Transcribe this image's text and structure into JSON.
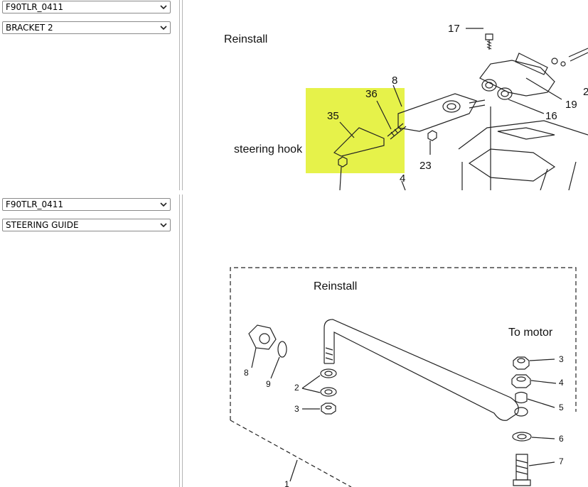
{
  "panel1": {
    "model_select": "F90TLR_0411",
    "section_select": "BRACKET 2",
    "note_reinstall": "Reinstall",
    "note_hook": "steering hook",
    "callouts": [
      "17",
      "8",
      "36",
      "35",
      "19",
      "16",
      "23",
      "4",
      "2"
    ],
    "highlight_color": "#e6f24a"
  },
  "panel2": {
    "model_select": "F90TLR_0411",
    "section_select": "STEERING GUIDE",
    "note_reinstall": "Reinstall",
    "note_motor": "To motor",
    "callouts": [
      "8",
      "9",
      "2",
      "3",
      "3",
      "4",
      "5",
      "6",
      "7",
      "1"
    ]
  }
}
